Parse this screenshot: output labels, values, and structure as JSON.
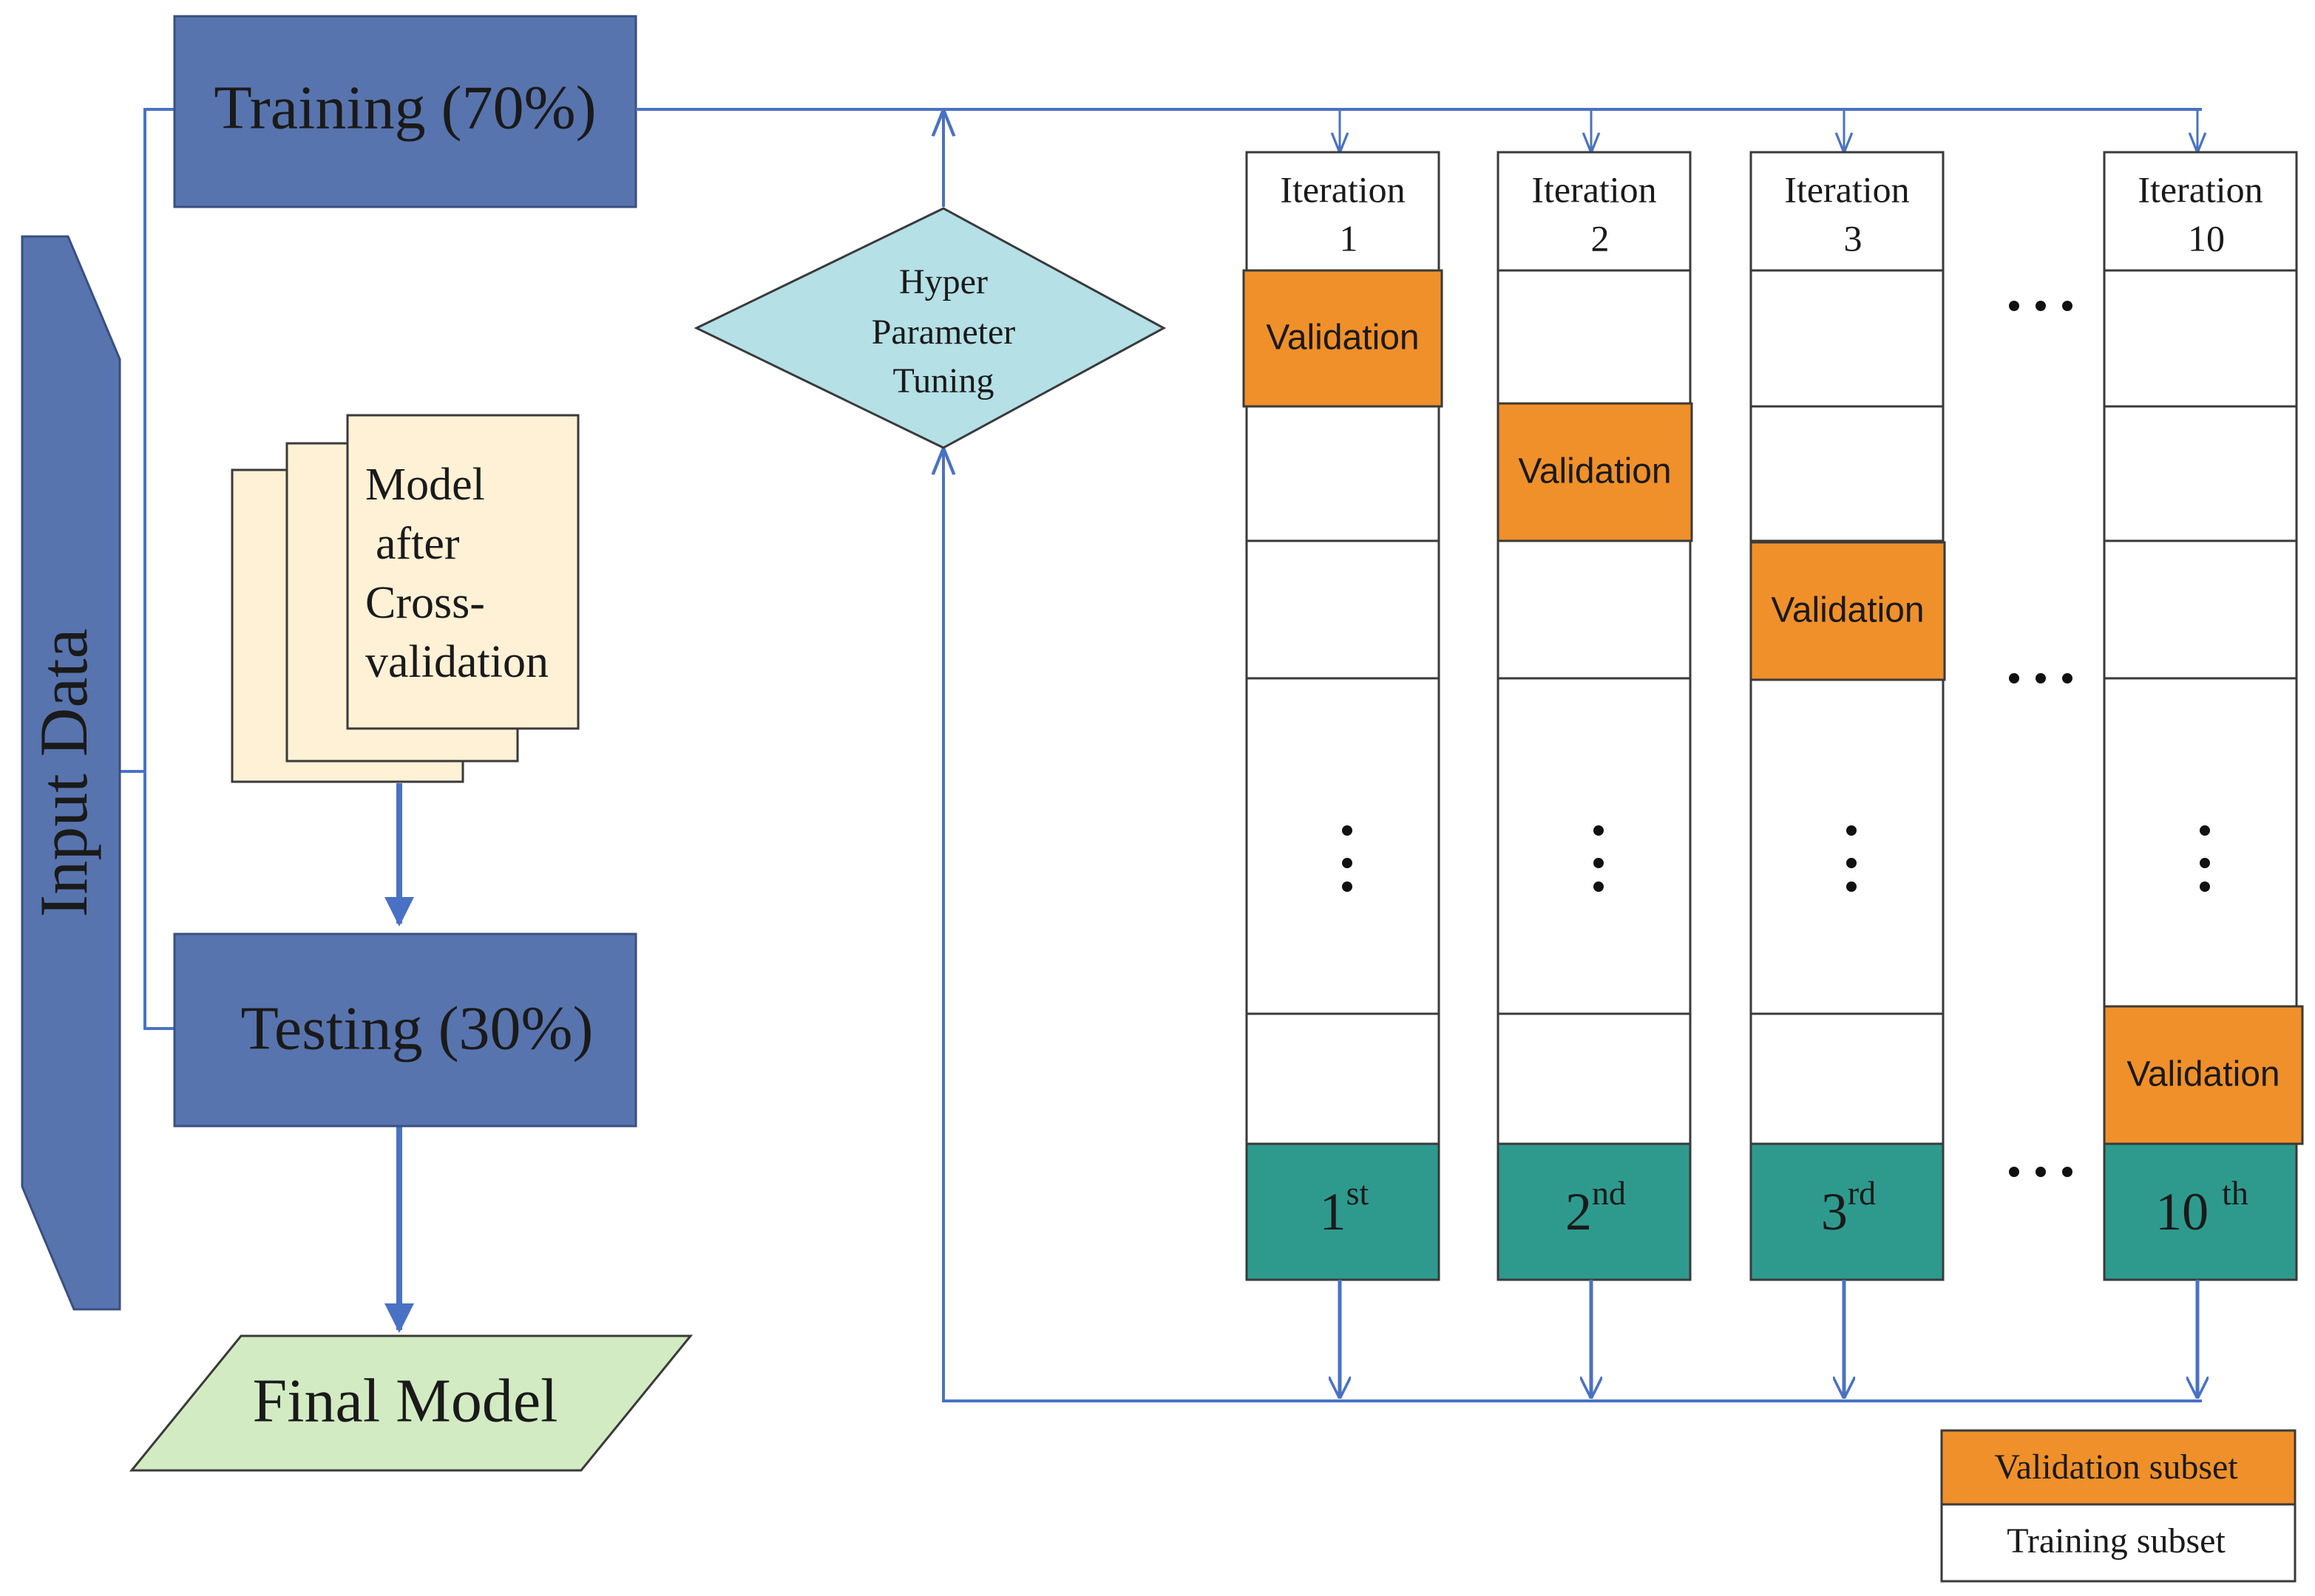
{
  "colors": {
    "box_blue": "#5874ae",
    "line_blue": "#4a72c4",
    "diamond_fill": "#b4e0e6",
    "doc_fill": "#fff1d6",
    "final_fill": "#d3ebc3",
    "validation_orange": "#f0902a",
    "fold_teal": "#2e9a8e",
    "cell_border": "#3a3a3a"
  },
  "input_data": {
    "label": "Input Data"
  },
  "training": {
    "label": "Training (70%)"
  },
  "testing": {
    "label": "Testing (30%)"
  },
  "model_doc": {
    "lines": [
      "Model",
      "after",
      "Cross-",
      "validation"
    ]
  },
  "final_model": {
    "label": "Final Model"
  },
  "hyper": {
    "lines": [
      "Hyper",
      "Parameter",
      "Tuning"
    ]
  },
  "validation_cell_label": "Validation",
  "iterations": [
    {
      "title_line1": "Iteration",
      "title_line2": "1",
      "validation_row": 0,
      "fold_num": "1",
      "fold_sup": "st"
    },
    {
      "title_line1": "Iteration",
      "title_line2": "2",
      "validation_row": 1,
      "fold_num": "2",
      "fold_sup": "nd"
    },
    {
      "title_line1": "Iteration",
      "title_line2": "3",
      "validation_row": 2,
      "fold_num": "3",
      "fold_sup": "rd"
    },
    {
      "title_line1": "Iteration",
      "title_line2": "10",
      "validation_row": 5,
      "fold_num": "10 ",
      "fold_sup": "th"
    }
  ],
  "legend": {
    "validation": "Validation subset",
    "training": "Training subset"
  }
}
